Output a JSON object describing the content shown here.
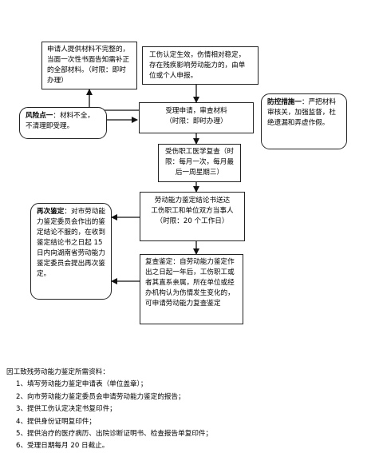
{
  "boxes": {
    "notice": "申请人提供材料不完整的，当面一次性书面告知需补正的全部材料。（时限：即时办理）",
    "condition": "工伤认定生效，伤情相对稳定，存在残疾影响劳动能力的，由单位或个人申报。",
    "risk_label": "风险点一",
    "risk_text": "：材料不全，不清理即受理。",
    "accept_line1": "受理申请，审查材料",
    "accept_line2": "（时限：即时办理）",
    "measure_label": "防控措施一",
    "measure_text": "：严把材料审核关，加强监督，杜绝遗漏和弄虚作假。",
    "exam": "受伤职工医学复查（时限：每月一次，每月最后一周星期三）",
    "deliver_line1": "劳动能力鉴定结论书送达",
    "deliver_line2": "工伤职工和单位双方当事人",
    "deliver_line3": "（时限：20 个工作日）",
    "reappraisal_label": "再次鉴定",
    "reappraisal_text": "：对市劳动能力鉴定委员会作出的鉴定结论不服的，在收到鉴定结论书之日起 15 日内向湖南省劳动能力鉴定委员会提出再次鉴定。",
    "review_label": "复查鉴定",
    "review_text": "：自劳动能力鉴定作出之日起一年后，工伤职工或者其直系亲属，所在单位或经办机构认为伤情发生变化的，可申请劳动能力复查鉴定"
  },
  "requirements": {
    "title": "因工致残劳动能力鉴定所需资料：",
    "items": [
      "1、填写劳动能力鉴定申请表（单位盖章）；",
      "2、向市劳动能力鉴定委员会申请劳动能力鉴定的报告；",
      "3、提供工伤认定决定书复印件；",
      "4、提供身份证明复印件；",
      "5、提供治疗的医疗病历、出院诊断证明书、检查报告单复印件；",
      "6、受理日期每月 20 日截止。"
    ]
  }
}
